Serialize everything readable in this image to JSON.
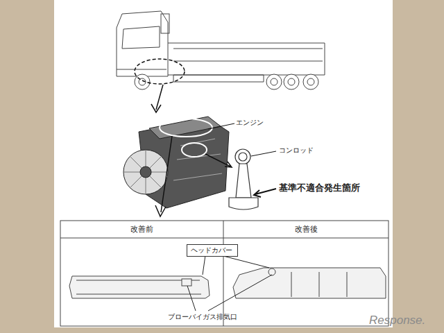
{
  "diagram": {
    "nodes": [
      {
        "text": [
          "ヘッドカバー"
        ]
      }
    ],
    "labels": [
      "エンジン",
      "コンロッド",
      "基準不適合発生箇所",
      "改善前",
      "改善後",
      "ブローバイガス排気口",
      "Response."
    ]
  }
}
